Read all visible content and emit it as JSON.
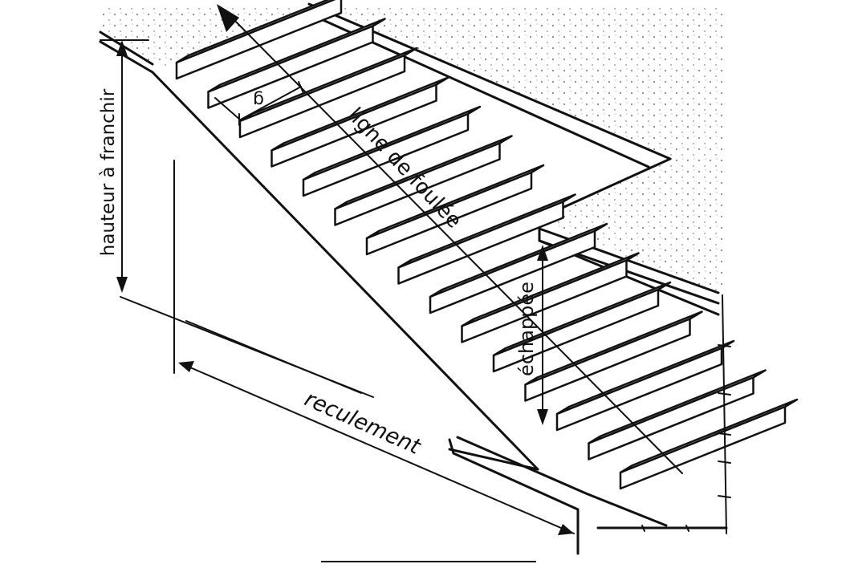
{
  "labels": {
    "hauteur": "hauteur à franchir",
    "ligne": "ligne de foulée",
    "echappee": "échappée",
    "reculement": "reculement",
    "giron": "g"
  }
}
